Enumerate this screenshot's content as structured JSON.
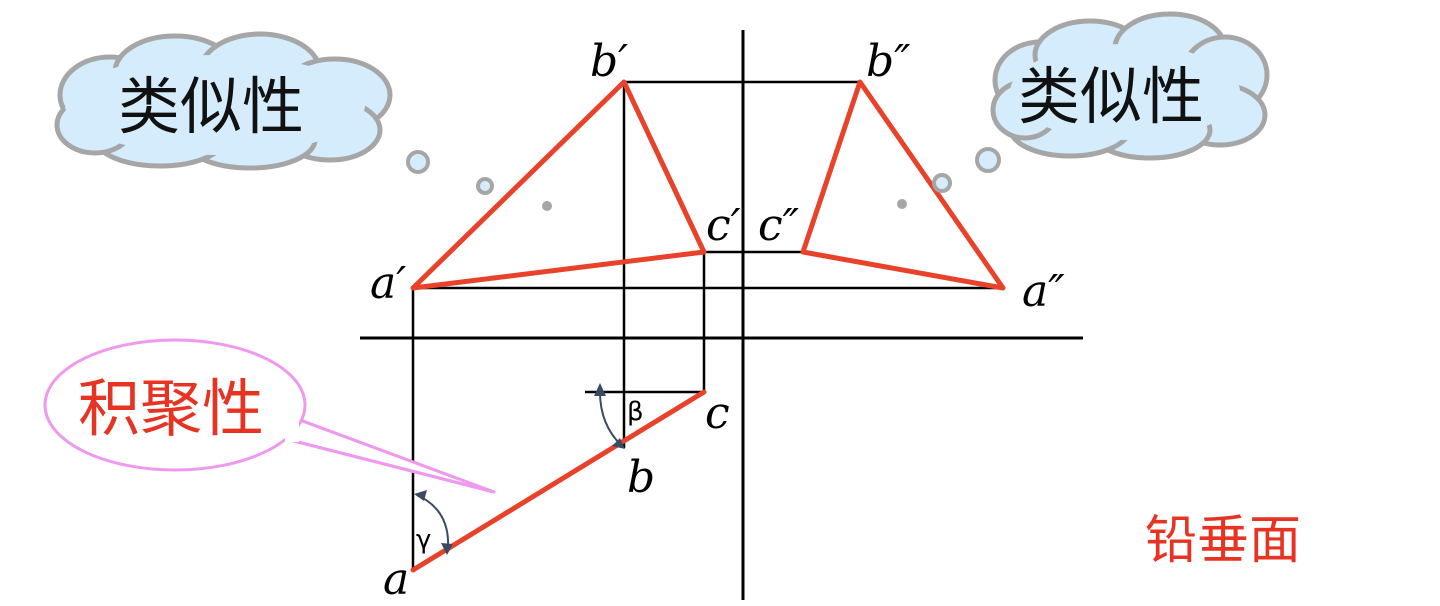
{
  "clouds": {
    "left_label": "类似性",
    "right_label": "类似性"
  },
  "speech_bubble": {
    "label": "积聚性"
  },
  "caption": "铅垂面",
  "points": {
    "a_prime": "a′",
    "b_prime": "b′",
    "c_prime": "c′",
    "a_double_prime": "a″",
    "b_double_prime": "b″",
    "c_double_prime": "c″",
    "a": "a",
    "b": "b",
    "c": "c"
  },
  "angles": {
    "beta": "β",
    "gamma": "γ"
  },
  "colors": {
    "edge": "#e8432a",
    "line": "#000000",
    "cloud_fill": "#d4ecfb",
    "cloud_stroke": "#a6a6a6",
    "bubble_fill": "#ffffff",
    "bubble_stroke": "#ee99ee",
    "label_red": "#e63322",
    "arrow": "#3a4a63"
  }
}
